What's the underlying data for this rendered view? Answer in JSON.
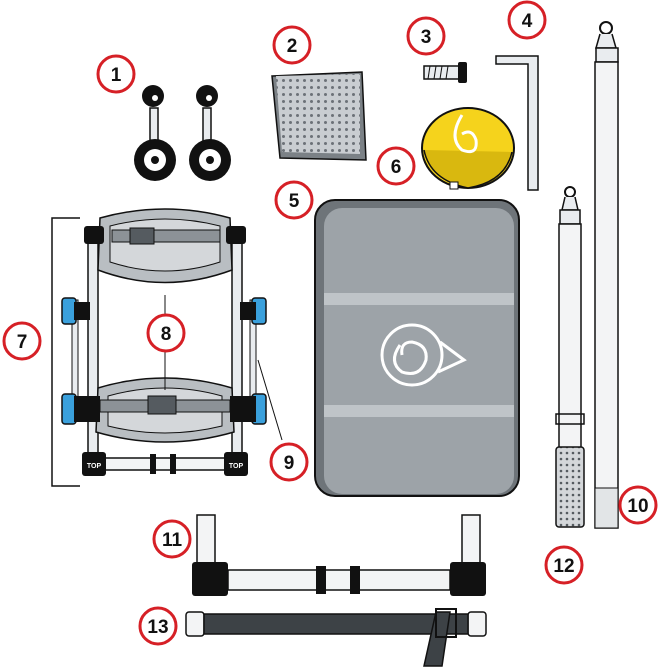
{
  "colors": {
    "callout_ring": "#d62026",
    "outline": "#111111",
    "metal": "#e9ecef",
    "pad_gray": "#9da3a8",
    "pad_dark": "#6e7479",
    "yellow": "#f5d31c",
    "accent_blue": "#3aa0dc"
  },
  "callouts": [
    {
      "id": "1",
      "text": "1"
    },
    {
      "id": "2",
      "text": "2"
    },
    {
      "id": "3",
      "text": "3"
    },
    {
      "id": "4",
      "text": "4"
    },
    {
      "id": "5",
      "text": "5"
    },
    {
      "id": "6",
      "text": "6"
    },
    {
      "id": "7",
      "text": "7"
    },
    {
      "id": "8",
      "text": "8"
    },
    {
      "id": "9",
      "text": "9"
    },
    {
      "id": "10",
      "text": "10"
    },
    {
      "id": "11",
      "text": "11"
    },
    {
      "id": "12",
      "text": "12"
    },
    {
      "id": "13",
      "text": "13"
    }
  ],
  "frame_badges": {
    "left": "TOP",
    "right": "TOP"
  },
  "icons": {
    "logo": "spiral-logo-icon",
    "clip": "snap-hook-icon"
  }
}
